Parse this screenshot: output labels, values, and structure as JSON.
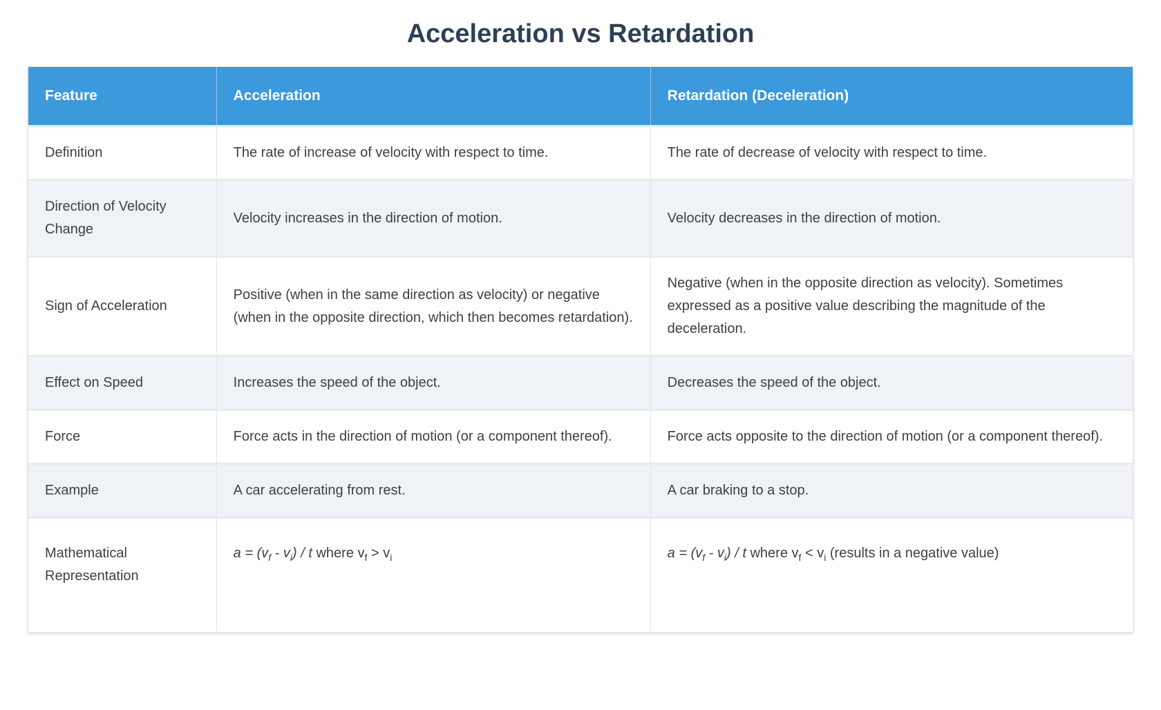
{
  "page": {
    "title": "Acceleration vs Retardation"
  },
  "colors": {
    "header_bg": "#3b99dc",
    "header_text": "#ffffff",
    "title_text": "#2e4053",
    "body_text": "#3d4045",
    "row_alt_bg": "#eff3f8",
    "border": "#e3e5e8"
  },
  "table": {
    "headers": {
      "feature": "Feature",
      "acceleration": "Acceleration",
      "retardation": "Retardation (Deceleration)"
    },
    "rows": [
      {
        "feature": "Definition",
        "acceleration": "The rate of increase of velocity with respect to time.",
        "retardation": "The rate of decrease of velocity with respect to time."
      },
      {
        "feature": "Direction of Velocity Change",
        "acceleration": "Velocity increases in the direction of motion.",
        "retardation": "Velocity decreases in the direction of motion."
      },
      {
        "feature": "Sign of Acceleration",
        "acceleration": "Positive (when in the same direction as velocity) or negative (when in the opposite direction, which then becomes retardation).",
        "retardation": "Negative (when in the opposite direction as velocity). Sometimes expressed as a positive value describing the magnitude of the deceleration."
      },
      {
        "feature": "Effect on Speed",
        "acceleration": "Increases the speed of the object.",
        "retardation": "Decreases the speed of the object."
      },
      {
        "feature": "Force",
        "acceleration": "Force acts in the direction of motion (or a component thereof).",
        "retardation": "Force acts opposite to the direction of motion (or a component thereof)."
      },
      {
        "feature": "Example",
        "acceleration": "A car accelerating from rest.",
        "retardation": "A car braking to a stop."
      }
    ],
    "math_row": {
      "feature": "Mathematical Representation",
      "acceleration": {
        "it1": "a = (v",
        "sub1": "f",
        "it2": " - v",
        "sub2": "i",
        "it3": ") / t",
        "t1": " where v",
        "sub3": "f",
        "t2": " > v",
        "sub4": "i",
        "t3": ""
      },
      "retardation": {
        "it1": "a = (v",
        "sub1": "f",
        "it2": " - v",
        "sub2": "i",
        "it3": ") / t",
        "t1": " where v",
        "sub3": "f",
        "t2": " < v",
        "sub4": "i",
        "t3": " (results in a negative value)"
      }
    }
  }
}
